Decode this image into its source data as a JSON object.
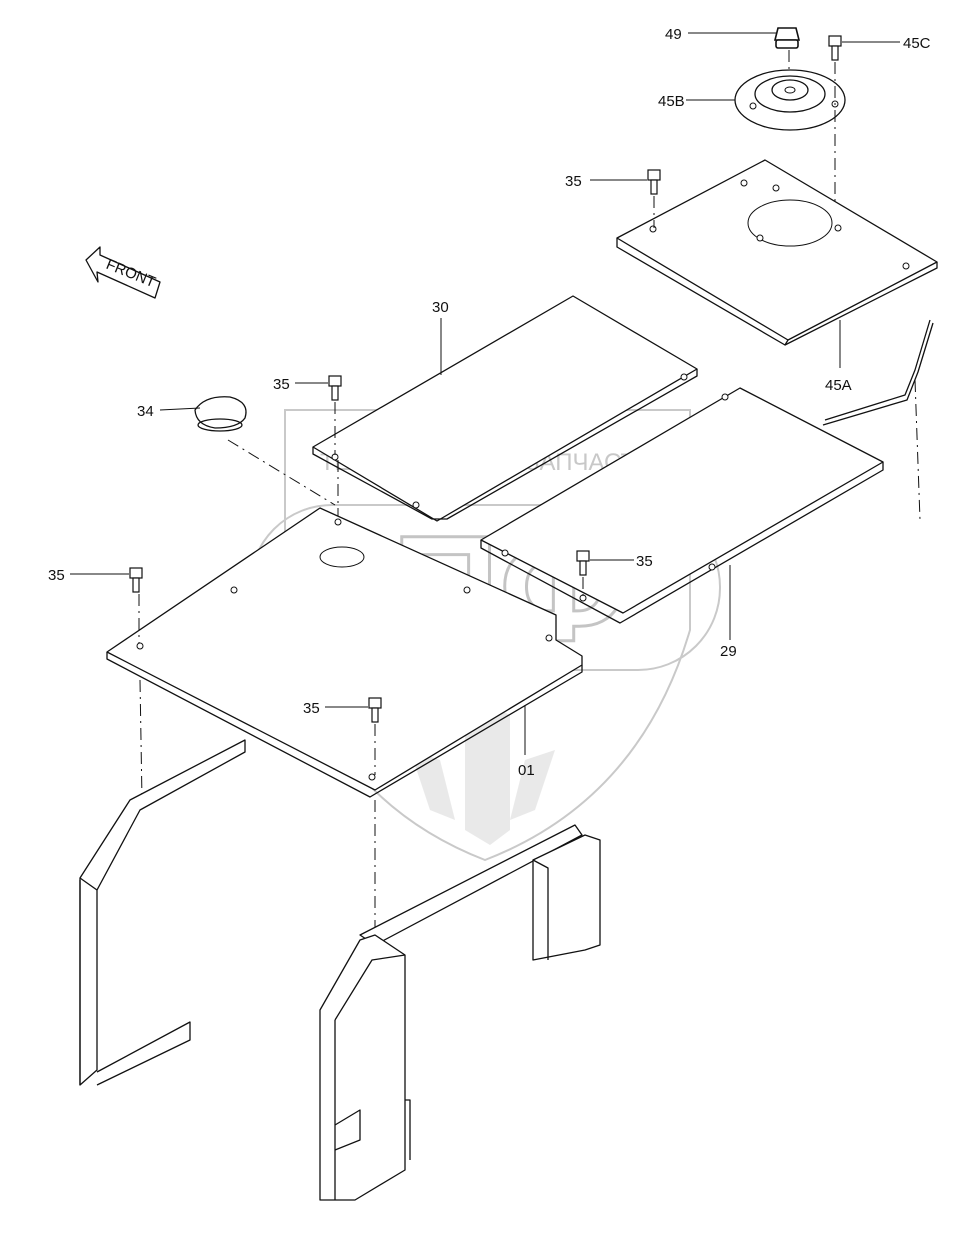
{
  "watermark": {
    "top_left": "ТЕХНИКА",
    "top_right": "ЗАПЧАСТИ",
    "big": "ЭПФ"
  },
  "callouts": {
    "p49": "49",
    "p45c": "45C",
    "p45b": "45B",
    "p35_top": "35",
    "p45a": "45A",
    "p30": "30",
    "p35_cap": "35",
    "p34": "34",
    "p35_mid": "35",
    "p35_left": "35",
    "p29": "29",
    "p35_low": "35",
    "p01": "01"
  },
  "front_arrow": "FRONT",
  "colors": {
    "line": "#111111",
    "watermark": "#c8c8c8"
  }
}
